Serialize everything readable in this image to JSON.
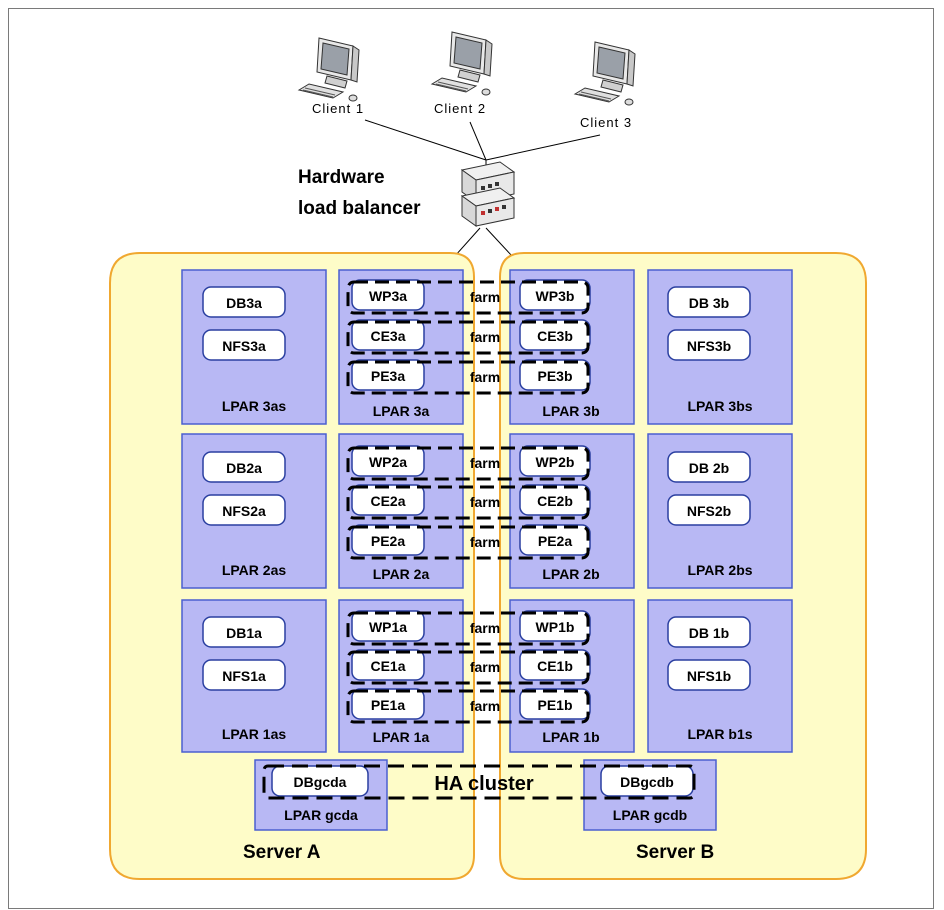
{
  "clients": [
    "Client 1",
    "Client 2",
    "Client 3"
  ],
  "load_balancer": {
    "line1": "Hardware",
    "line2": "load balancer"
  },
  "servers": {
    "a": "Server A",
    "b": "Server B"
  },
  "lpars": {
    "s3a": {
      "label": "LPAR 3as",
      "items": [
        "DB3a",
        "NFS3a"
      ]
    },
    "s2a": {
      "label": "LPAR 2as",
      "items": [
        "DB2a",
        "NFS2a"
      ]
    },
    "s1a": {
      "label": "LPAR 1as",
      "items": [
        "DB1a",
        "NFS1a"
      ]
    },
    "a3": {
      "label": "LPAR 3a",
      "items": [
        "WP3a",
        "CE3a",
        "PE3a"
      ]
    },
    "a2": {
      "label": "LPAR 2a",
      "items": [
        "WP2a",
        "CE2a",
        "PE2a"
      ]
    },
    "a1": {
      "label": "LPAR 1a",
      "items": [
        "WP1a",
        "CE1a",
        "PE1a"
      ]
    },
    "b3": {
      "label": "LPAR 3b",
      "items": [
        "WP3b",
        "CE3b",
        "PE3b"
      ]
    },
    "b2": {
      "label": "LPAR 2b",
      "items": [
        "WP2b",
        "CE2b",
        "PE2a"
      ]
    },
    "b1": {
      "label": "LPAR 1b",
      "items": [
        "WP1b",
        "CE1b",
        "PE1b"
      ]
    },
    "s3b": {
      "label": "LPAR 3bs",
      "items": [
        "DB 3b",
        "NFS3b"
      ]
    },
    "s2b": {
      "label": "LPAR 2bs",
      "items": [
        "DB 2b",
        "NFS2b"
      ]
    },
    "s1b": {
      "label": "LPAR b1s",
      "items": [
        "DB 1b",
        "NFS1b"
      ]
    },
    "gcda": {
      "label": "LPAR gcda",
      "item": "DBgcda"
    },
    "gcdb": {
      "label": "LPAR gcdb",
      "item": "DBgcdb"
    }
  },
  "farm_label": "farm",
  "ha_cluster_label": "HA cluster",
  "colors": {
    "server_fill": "#fefcc8",
    "server_border": "#f0a830",
    "lpar_fill": "#b8b8f4",
    "lpar_border": "#4a5fd0",
    "component_fill": "#ffffff"
  }
}
